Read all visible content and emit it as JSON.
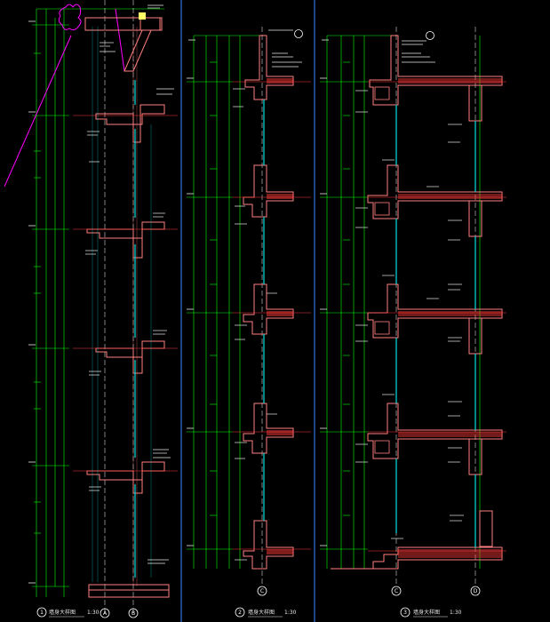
{
  "app": {
    "background": "#000000"
  },
  "colors": {
    "wall_outline": "#ff7f7f",
    "slab_fill": "#ff3b3b",
    "glass": "#00e0e0",
    "dimension": "#00ff00",
    "text": "#e8e8e8",
    "revision_cloud": "#ff00ff",
    "divider": "#3a8cff",
    "grid_line": "#ffffff"
  },
  "panels": [
    {
      "id": "panel-1",
      "number": "1",
      "title": "墙身大样图",
      "scale": "1:30",
      "grid_labels": [
        "A",
        "B"
      ]
    },
    {
      "id": "panel-2",
      "number": "2",
      "title": "墙身大样图",
      "scale": "1:30",
      "grid_labels": [
        "C"
      ]
    },
    {
      "id": "panel-3",
      "number": "3",
      "title": "墙身大样图",
      "scale": "1:30",
      "grid_labels": [
        "C",
        "D"
      ]
    }
  ]
}
